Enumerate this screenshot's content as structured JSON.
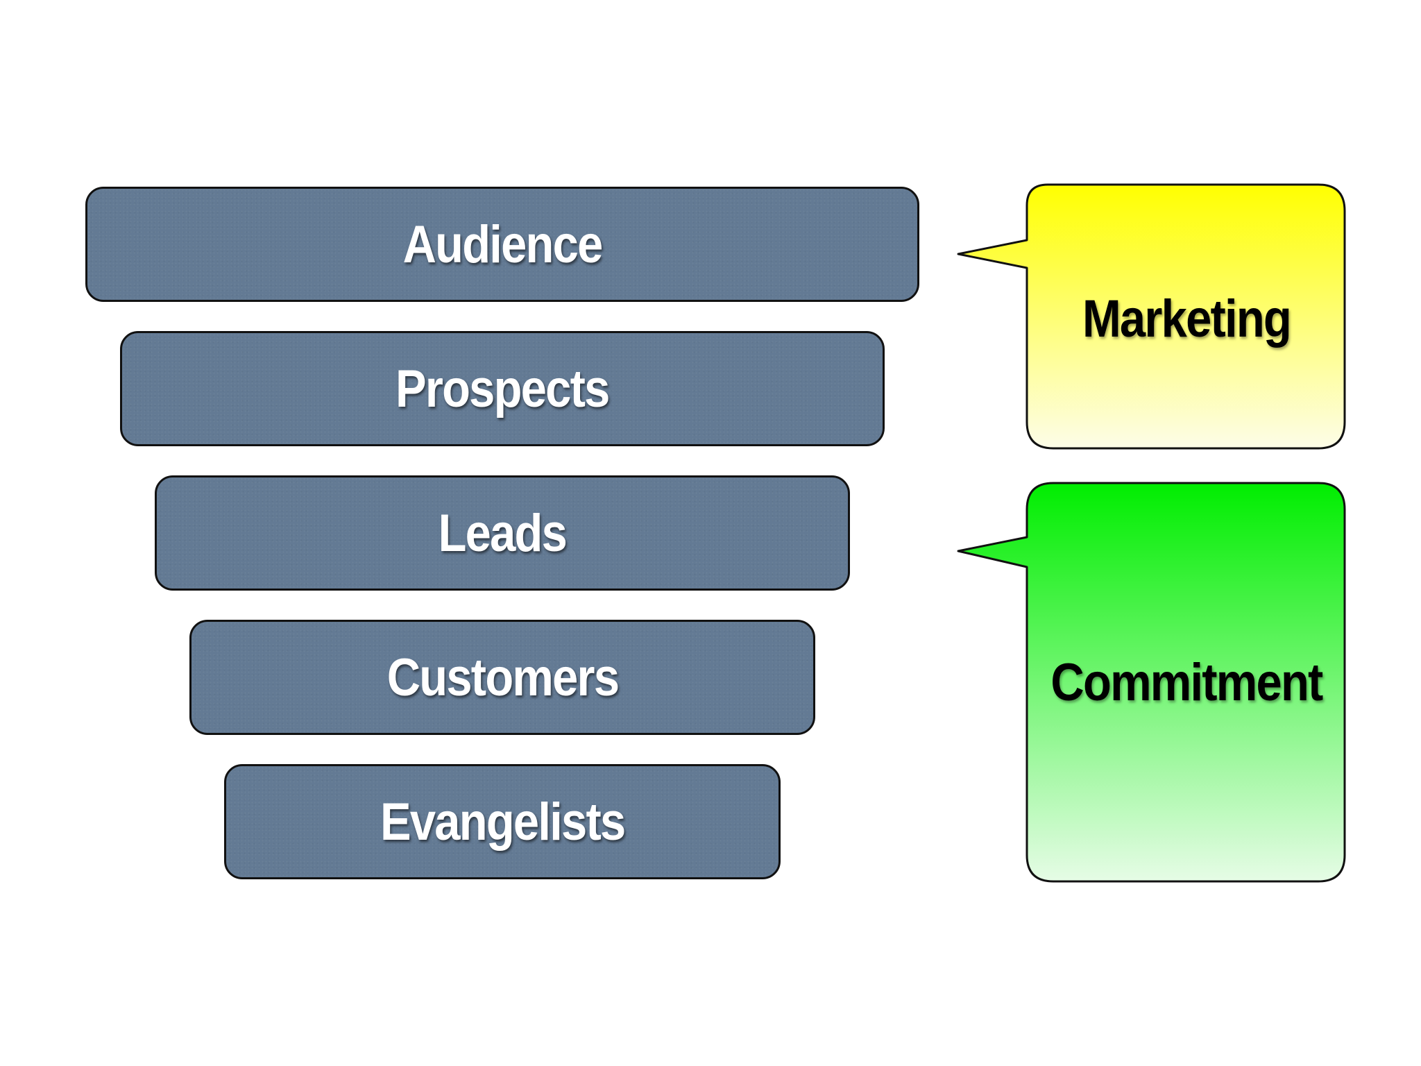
{
  "funnel": {
    "stages": [
      {
        "label": "Audience"
      },
      {
        "label": "Prospects"
      },
      {
        "label": "Leads"
      },
      {
        "label": "Customers"
      },
      {
        "label": "Evangelists"
      }
    ],
    "bar_color": "#637a94"
  },
  "callouts": {
    "marketing": {
      "label": "Marketing",
      "gradient_top": "#ffff00",
      "gradient_bottom": "#fdfde8"
    },
    "commitment": {
      "label": "Commitment",
      "gradient_top": "#00ee00",
      "gradient_bottom": "#e6fce6"
    }
  }
}
